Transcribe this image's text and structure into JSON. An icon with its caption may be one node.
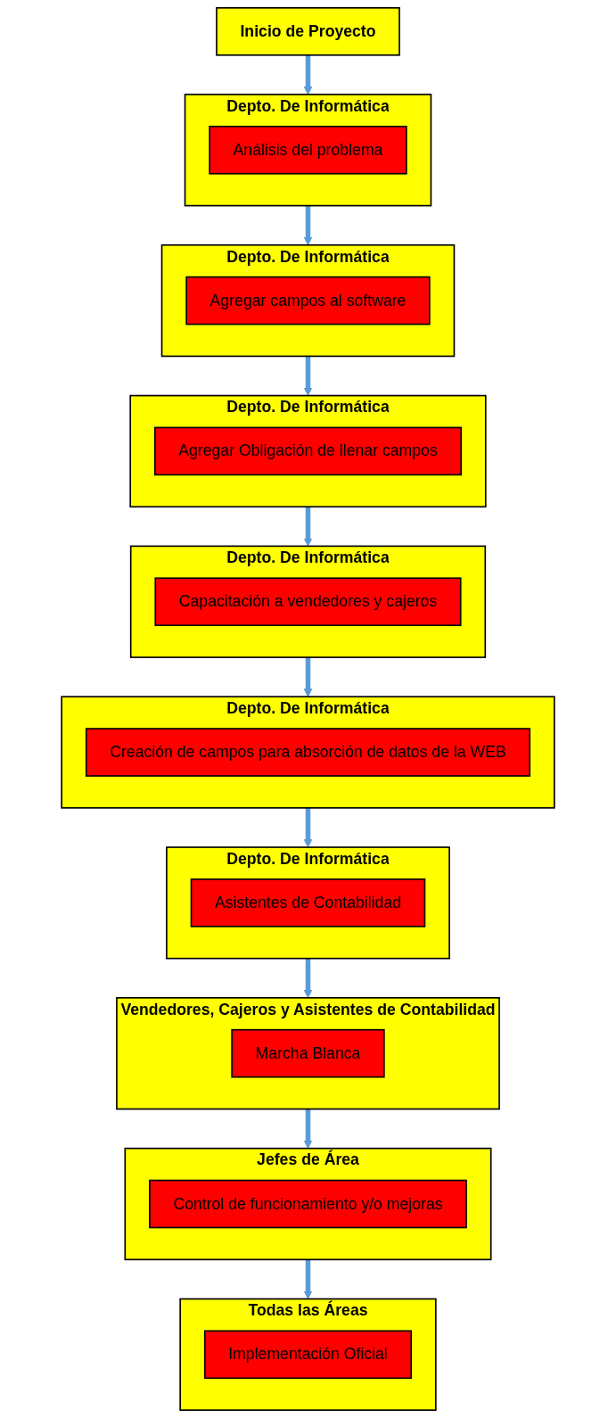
{
  "diagram": {
    "nodes": [
      {
        "text": [
          "Inicio de Proyecto"
        ]
      },
      {
        "text": [
          "Depto. De Informática"
        ]
      },
      {
        "text": [
          "Análisis del problema"
        ],
        "in": 1
      },
      {
        "text": [
          "Depto. De Informática"
        ]
      },
      {
        "text": [
          "Agregar campos al software"
        ],
        "in": 3
      },
      {
        "text": [
          "Depto. De Informática"
        ]
      },
      {
        "text": [
          "Agregar Obligación de llenar campos"
        ],
        "in": 5
      },
      {
        "text": [
          "Depto. De Informática"
        ]
      },
      {
        "text": [
          "Capacitación a vendedores y cajeros"
        ],
        "in": 7
      },
      {
        "text": [
          "Depto. De Informática"
        ]
      },
      {
        "text": [
          "Creación de campos para absorción de datos de la WEB"
        ],
        "in": 9
      },
      {
        "text": [
          "Depto. De Informática"
        ]
      },
      {
        "text": [
          "Asistentes de Contabilidad"
        ],
        "in": 11
      },
      {
        "text": [
          "Vendedores, Cajeros y Asistentes de Contabilidad"
        ]
      },
      {
        "text": [
          "Marcha Blanca"
        ],
        "in": 13
      },
      {
        "text": [
          "Jefes de Área"
        ]
      },
      {
        "text": [
          "Control de funcionamiento y/o mejoras"
        ],
        "in": 15
      },
      {
        "text": [
          "Todas las Áreas"
        ]
      },
      {
        "text": [
          "Implementación Oficial"
        ],
        "in": 17
      }
    ],
    "edges": [
      {
        "from": 0,
        "to": 1,
        "arrow": "to"
      },
      {
        "from": 1,
        "to": 3,
        "arrow": "to"
      },
      {
        "from": 3,
        "to": 5,
        "arrow": "to"
      },
      {
        "from": 5,
        "to": 7,
        "arrow": "to"
      },
      {
        "from": 7,
        "to": 9,
        "arrow": "to"
      },
      {
        "from": 9,
        "to": 11,
        "arrow": "to"
      },
      {
        "from": 11,
        "to": 13,
        "arrow": "to"
      },
      {
        "from": 13,
        "to": 15,
        "arrow": "to"
      },
      {
        "from": 15,
        "to": 17,
        "arrow": "to"
      }
    ]
  }
}
